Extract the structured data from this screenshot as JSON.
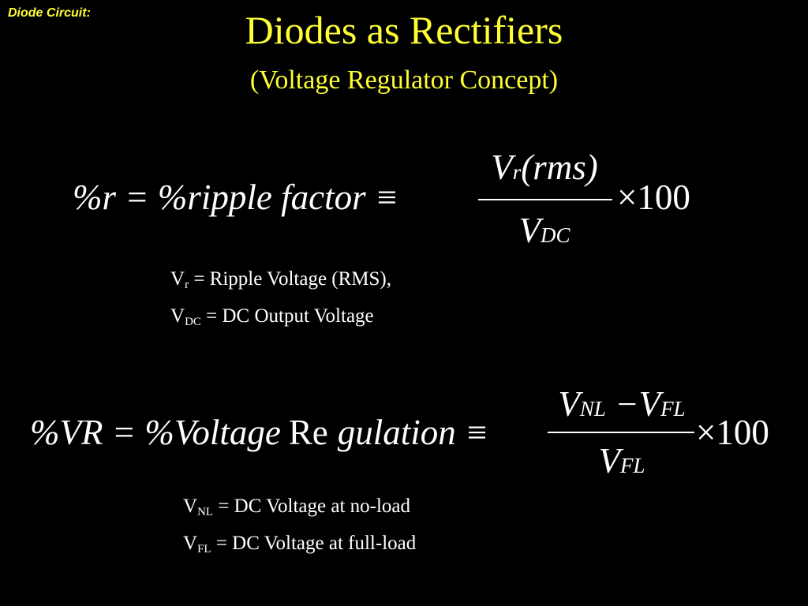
{
  "header": {
    "section_label": "Diode Circuit:",
    "title": "Diodes as Rectifiers",
    "subtitle": "(Voltage Regulator Concept)"
  },
  "ripple_equation": {
    "lhs": "%r = %ripple  factor ≡",
    "numerator_main": "V",
    "numerator_sub": "r",
    "numerator_rest": "(rms)",
    "denominator_main": "V",
    "denominator_sub": "DC",
    "multiplier": "×100"
  },
  "ripple_notes": {
    "line1_symbol": "V",
    "line1_sub": "r",
    "line1_text": " = Ripple Voltage (RMS),",
    "line2_symbol": "V",
    "line2_sub": "DC",
    "line2_text": " = DC Output Voltage"
  },
  "regulation_equation": {
    "lhs_italic_1": "%VR = %Voltage",
    "lhs_upright": "Re",
    "lhs_italic_2": "gulation ≡",
    "numerator_main_1": "V",
    "numerator_sub_1": "NL",
    "numerator_minus": " −V",
    "numerator_sub_2": "FL",
    "denominator_main": "V",
    "denominator_sub": "FL",
    "multiplier": "×100"
  },
  "regulation_notes": {
    "line1_symbol": "V",
    "line1_sub": "NL",
    "line1_text": " = DC Voltage at no-load",
    "line2_symbol": "V",
    "line2_sub": "FL",
    "line2_text": " = DC Voltage at full-load"
  }
}
